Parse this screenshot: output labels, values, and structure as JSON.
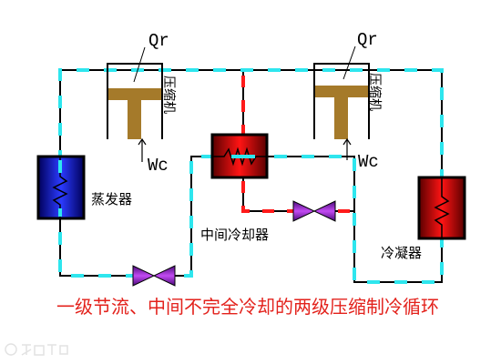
{
  "title": "一级节流、中间不完全冷却的两级压缩制冷循环",
  "labels": {
    "heat_left": "Qr",
    "heat_right": "Qr",
    "work_left": "Wc",
    "work_right": "Wc",
    "compressor_left": "压缩机",
    "compressor_right": "压缩机",
    "evaporator": "蒸发器",
    "intercooler": "中间冷却器",
    "condenser": "冷凝器"
  },
  "colors": {
    "pipe": "#000000",
    "dash_cyan": "#2EE6EE",
    "dash_red": "#FF1A1A",
    "piston": "#A57A2A",
    "title": "#E3221C",
    "evaporator_edge": "#00005A",
    "evaporator_center": "#2B3BFF",
    "exchanger_edge": "#5A0000",
    "exchanger_center": "#FF1414",
    "valve_edge": "#4A0A7A",
    "valve_center": "#C24BF2"
  }
}
